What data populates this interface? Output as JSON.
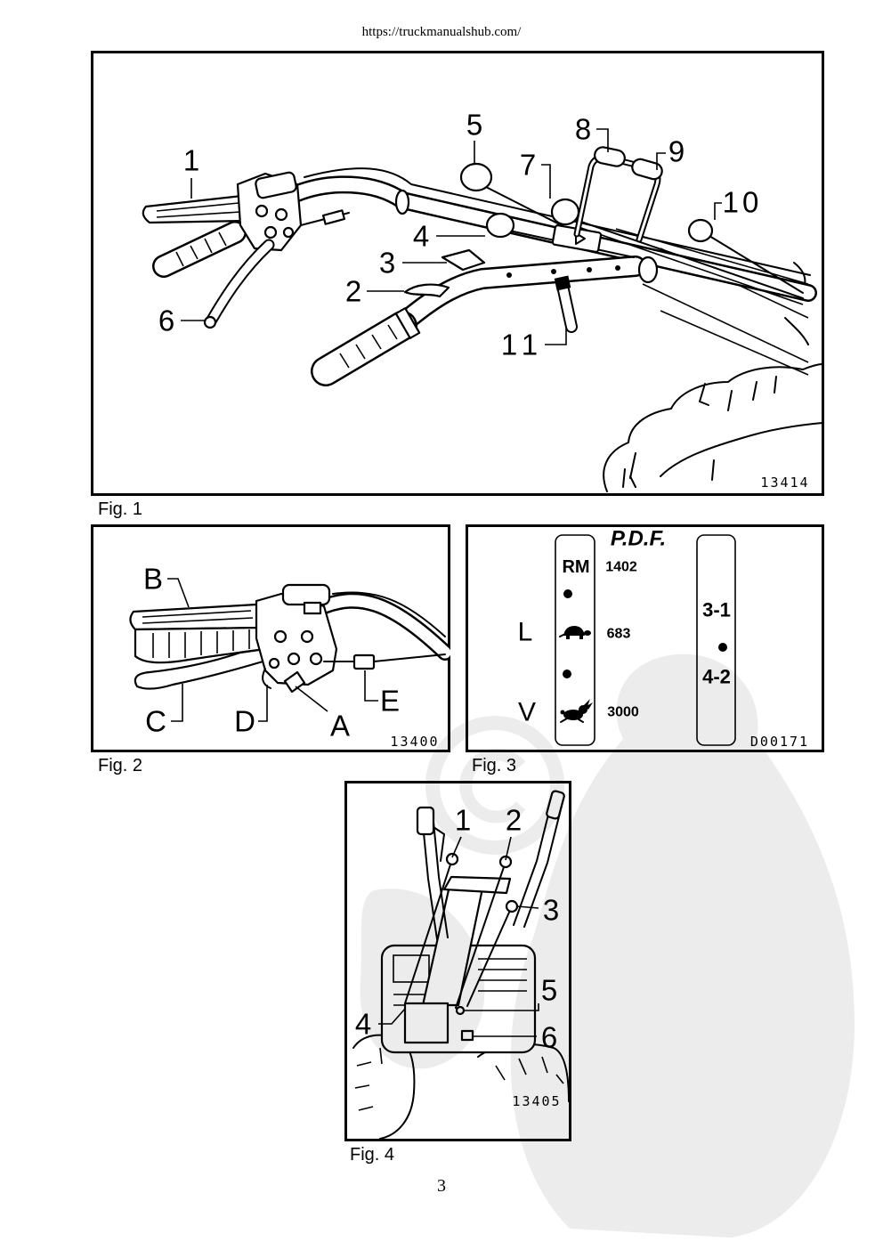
{
  "page": {
    "url": "https://truckmanualshub.com/",
    "page_number": "3"
  },
  "fig1": {
    "caption": "Fig. 1",
    "code": "13414",
    "labels": {
      "n1": "1",
      "n2": "2",
      "n3": "3",
      "n4": "4",
      "n5": "5",
      "n6": "6",
      "n7": "7",
      "n8": "8",
      "n9": "9",
      "n10": "10",
      "n11": "11"
    }
  },
  "fig2": {
    "caption": "Fig. 2",
    "code": "13400",
    "labels": {
      "A": "A",
      "B": "B",
      "C": "C",
      "D": "D",
      "E": "E"
    }
  },
  "fig3": {
    "caption": "Fig. 3",
    "code": "D00171",
    "title": "P.D.F.",
    "left_column": {
      "reverse": "RM",
      "reverse_value": "1402",
      "slow_value": "683",
      "fast_value": "3000"
    },
    "speed_labels": {
      "slow": "L",
      "fast": "V"
    },
    "right_column": {
      "top": "3-1",
      "bottom": "4-2"
    },
    "icons": {
      "slow": "turtle-icon",
      "fast": "rabbit-icon",
      "position": "dot-icon"
    }
  },
  "fig4": {
    "caption": "Fig. 4",
    "code": "13405",
    "labels": {
      "n1": "1",
      "n2": "2",
      "n3": "3",
      "n4": "4",
      "n5": "5",
      "n6": "6"
    }
  }
}
